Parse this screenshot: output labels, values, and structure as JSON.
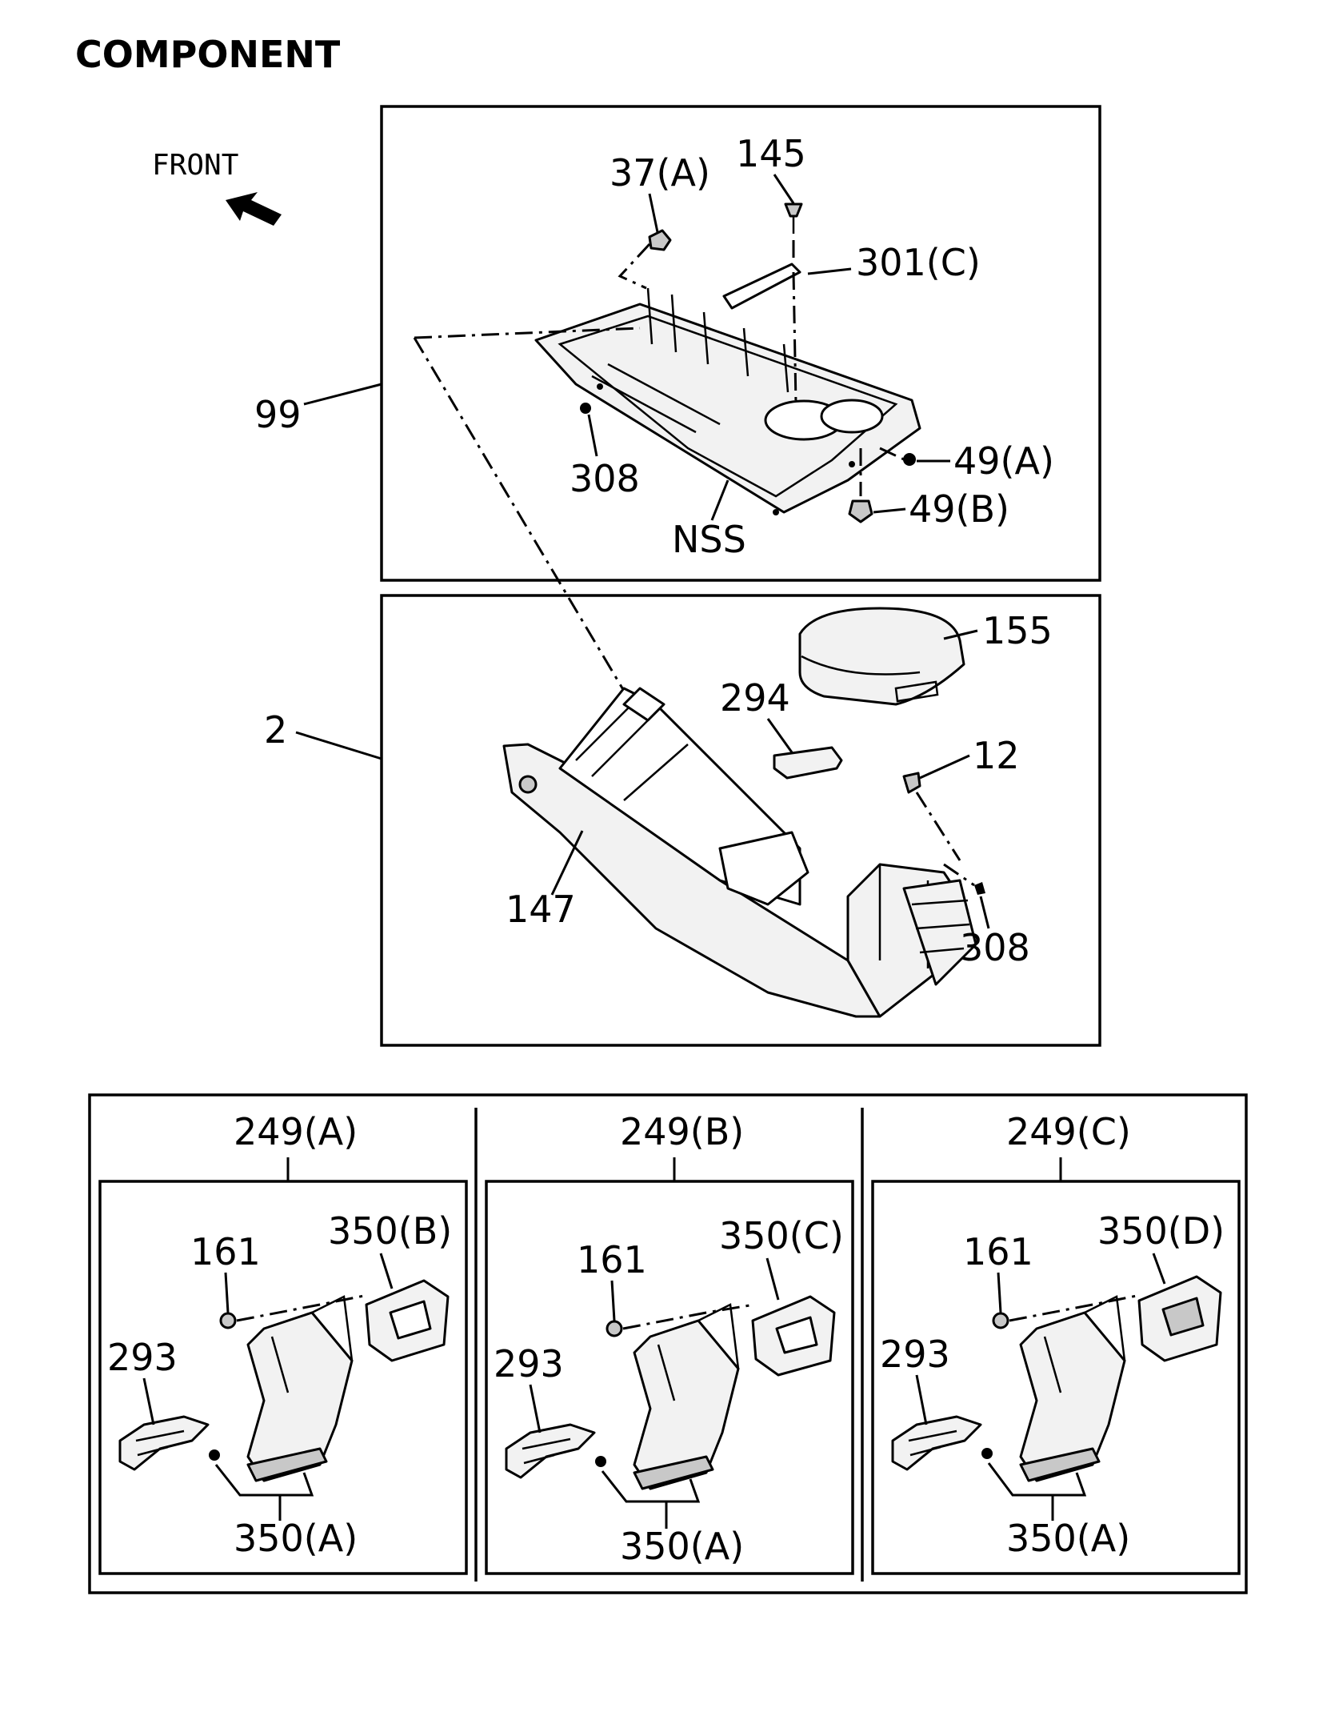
{
  "title": "COMPONENT",
  "front_label": "FRONT",
  "upper": {
    "assembly": "99",
    "labels": {
      "p37a": "37(A)",
      "p145": "145",
      "p301c": "301(C)",
      "p308": "308",
      "p49a": "49(A)",
      "p49b": "49(B)",
      "nss": "NSS"
    }
  },
  "middle": {
    "assembly": "2",
    "labels": {
      "p155": "155",
      "p294": "294",
      "p12": "12",
      "p147": "147",
      "p308": "308"
    }
  },
  "variants": [
    {
      "assembly": "249(A)",
      "p161": "161",
      "p293": "293",
      "cover": "350(B)",
      "base": "350(A)"
    },
    {
      "assembly": "249(B)",
      "p161": "161",
      "p293": "293",
      "cover": "350(C)",
      "base": "350(A)"
    },
    {
      "assembly": "249(C)",
      "p161": "161",
      "p293": "293",
      "cover": "350(D)",
      "base": "350(A)"
    }
  ]
}
